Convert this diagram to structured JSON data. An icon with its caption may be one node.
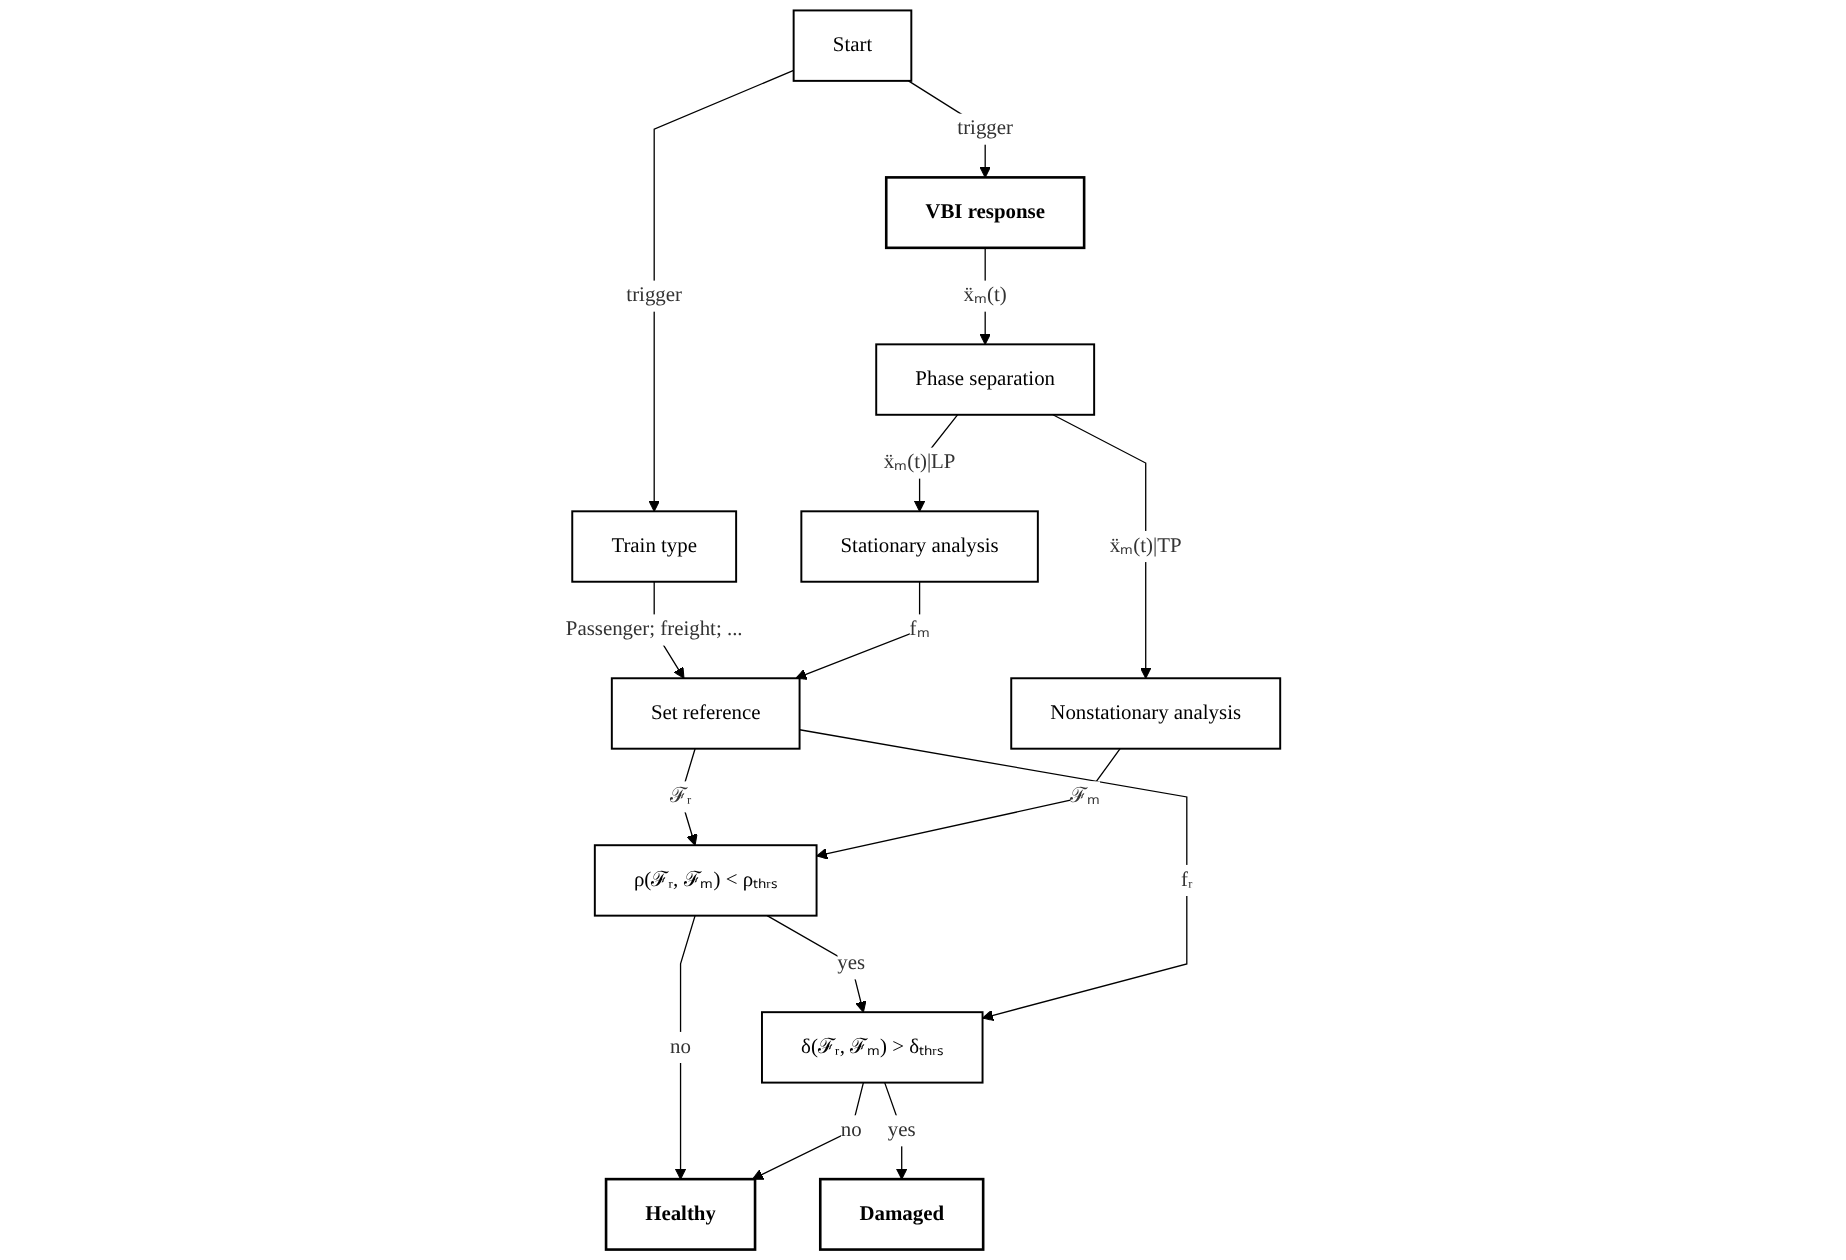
{
  "diagram": {
    "nodes": [
      {
        "text": [
          "Start"
        ]
      },
      {
        "text": [
          "Train type"
        ]
      },
      {
        "text": [
          "VBI response"
        ]
      },
      {
        "text": [
          "Phase separation"
        ]
      },
      {
        "text": [
          "Set reference"
        ]
      },
      {
        "text": [
          "Stationary analysis"
        ]
      },
      {
        "text": [
          "Nonstationary analysis"
        ]
      },
      {
        "text": [
          "ρ(ℱᵣ, ℱₘ) < ρₜₕᵣₛ"
        ]
      },
      {
        "text": [
          "Healthy"
        ]
      },
      {
        "text": [
          "δ(ℱᵣ, ℱₘ) > δₜₕᵣₛ"
        ]
      },
      {
        "text": [
          "Damaged"
        ]
      }
    ],
    "edges": [
      {
        "from": 0,
        "to": 1,
        "arrow": "to",
        "label": "trigger"
      },
      {
        "from": 0,
        "to": 2,
        "arrow": "to",
        "label": "trigger"
      },
      {
        "from": 2,
        "to": 3,
        "arrow": "to",
        "label": "ẍₘ(t)"
      },
      {
        "from": 3,
        "to": 5,
        "arrow": "to",
        "label": "ẍₘ(t)|LP"
      },
      {
        "from": 3,
        "to": 6,
        "arrow": "to",
        "label": "ẍₘ(t)|TP"
      },
      {
        "from": 1,
        "to": 4,
        "arrow": "to",
        "label": "Passenger; freight; ..."
      },
      {
        "from": 5,
        "to": 4,
        "arrow": "to",
        "label": "fₘ"
      },
      {
        "from": 4,
        "to": 7,
        "arrow": "to",
        "label": "ℱᵣ"
      },
      {
        "from": 6,
        "to": 7,
        "arrow": "to",
        "label": "ℱₘ"
      },
      {
        "from": 7,
        "to": 8,
        "arrow": "to",
        "label": "no"
      },
      {
        "from": 7,
        "to": 9,
        "arrow": "to",
        "label": "yes"
      },
      {
        "from": 9,
        "to": 8,
        "arrow": "to",
        "label": "no"
      },
      {
        "from": 4,
        "to": 9,
        "arrow": "to",
        "label": "fᵣ"
      },
      {
        "from": 9,
        "to": 10,
        "arrow": "to",
        "label": "yes"
      }
    ]
  }
}
